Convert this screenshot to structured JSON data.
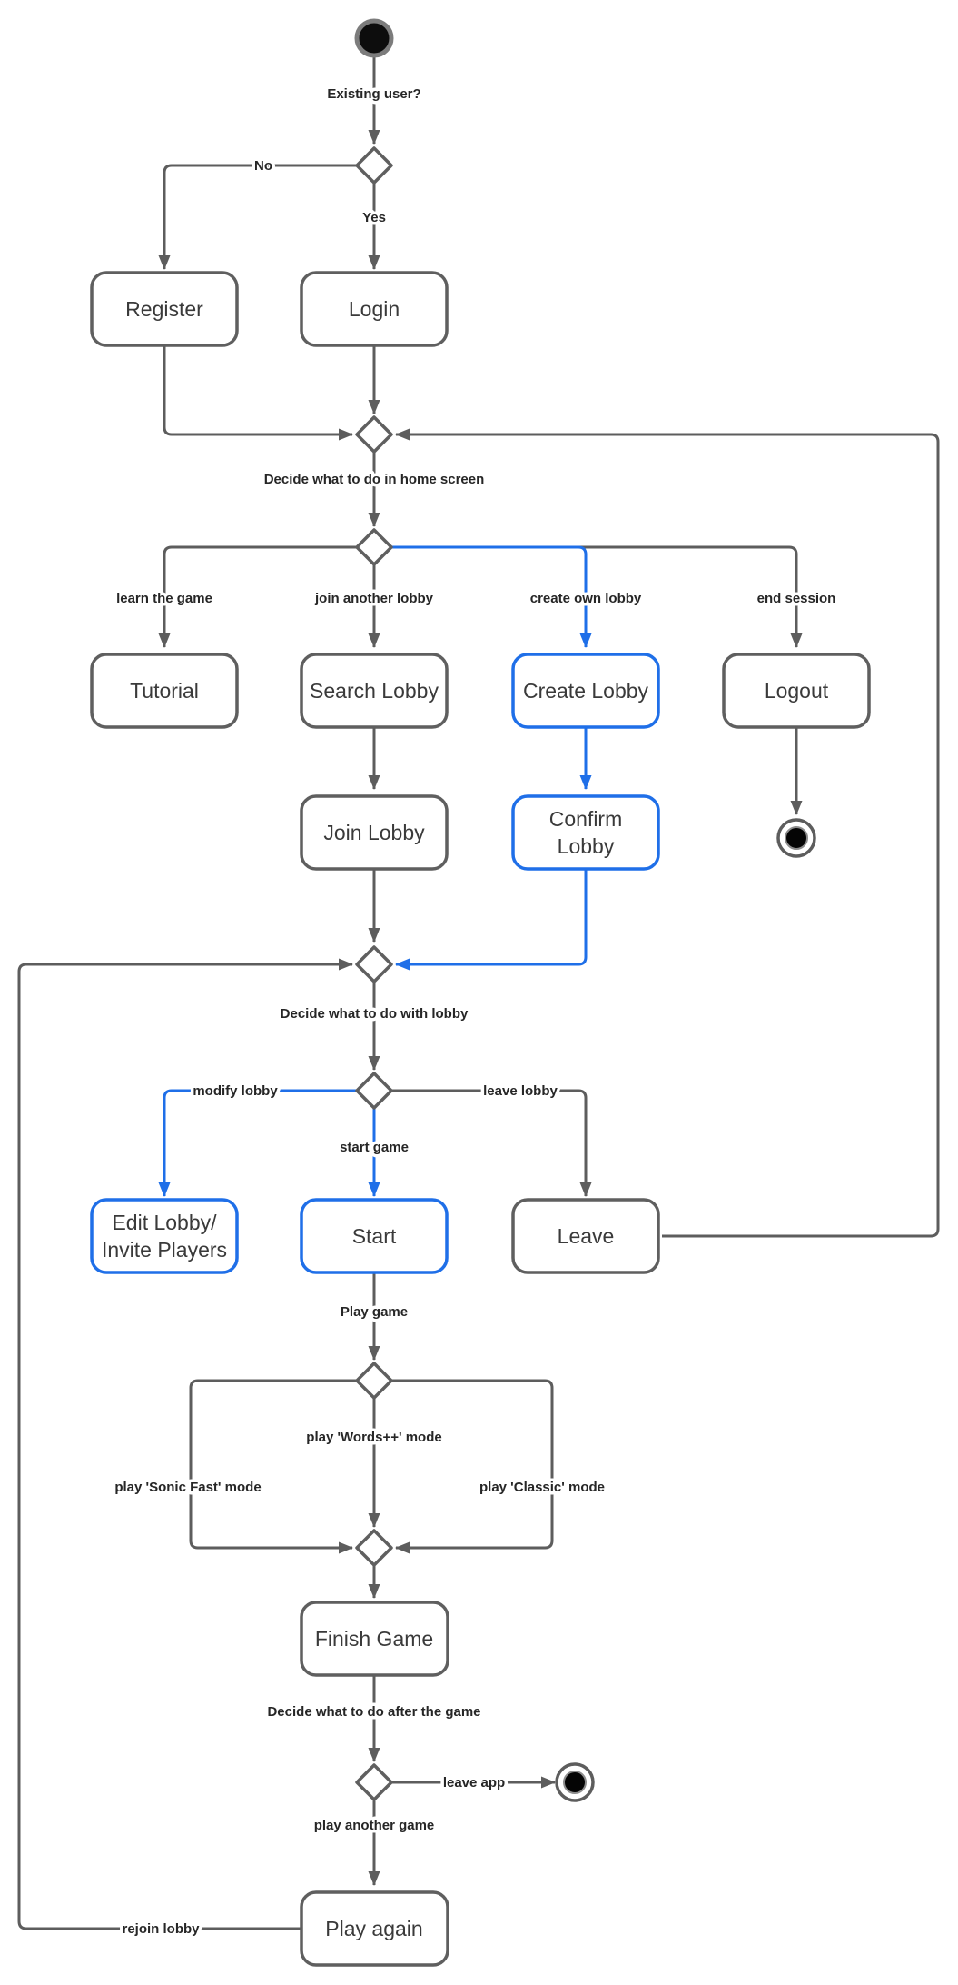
{
  "nodes": {
    "register": "Register",
    "login": "Login",
    "tutorial": "Tutorial",
    "search_lobby": "Search Lobby",
    "create_lobby": "Create Lobby",
    "logout": "Logout",
    "join_lobby": "Join Lobby",
    "confirm_lobby": {
      "line1": "Confirm",
      "line2": "Lobby"
    },
    "edit_lobby": {
      "line1": "Edit Lobby/",
      "line2": "Invite Players"
    },
    "start": "Start",
    "leave": "Leave",
    "finish_game": "Finish Game",
    "play_again": "Play again"
  },
  "labels": {
    "existing_user": "Existing user?",
    "no": "No",
    "yes": "Yes",
    "decide_home": "Decide what to do in home screen",
    "learn_game": "learn the game",
    "join_another": "join another lobby",
    "create_own": "create own lobby",
    "end_session": "end session",
    "decide_lobby": "Decide what to do with lobby",
    "modify_lobby": "modify lobby",
    "start_game": "start game",
    "leave_lobby": "leave lobby",
    "play_game": "Play game",
    "words_mode": "play 'Words++' mode",
    "sonic_mode": "play 'Sonic Fast' mode",
    "classic_mode": "play 'Classic' mode",
    "decide_after": "Decide what to do after the game",
    "leave_app": "leave app",
    "play_another": "play another game",
    "rejoin_lobby": "rejoin lobby"
  },
  "colors": {
    "edge_gray": "#5d5d5d",
    "accent_blue": "#1f6fe8",
    "node_border": "#5f5f5f",
    "node_fill": "#ffffff",
    "box_text": "#3a3a3a",
    "label_text": "#262626",
    "background": "#ffffff"
  }
}
